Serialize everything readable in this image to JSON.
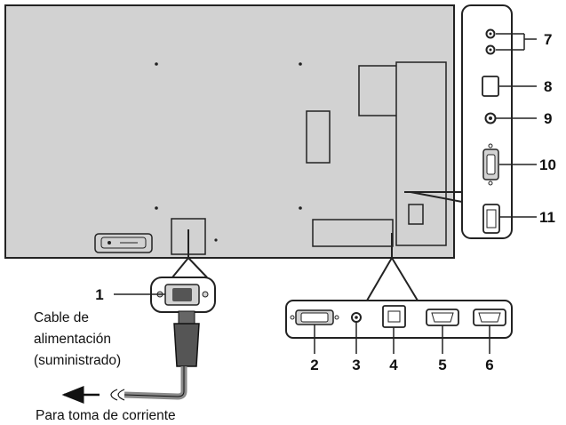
{
  "diagram": {
    "callouts": [
      "1",
      "2",
      "3",
      "4",
      "5",
      "6",
      "7",
      "8",
      "9",
      "10",
      "11"
    ],
    "power_cable_label": [
      "Cable de",
      "alimentación",
      "(suministrado)"
    ],
    "outlet_label": "Para toma de corriente"
  }
}
